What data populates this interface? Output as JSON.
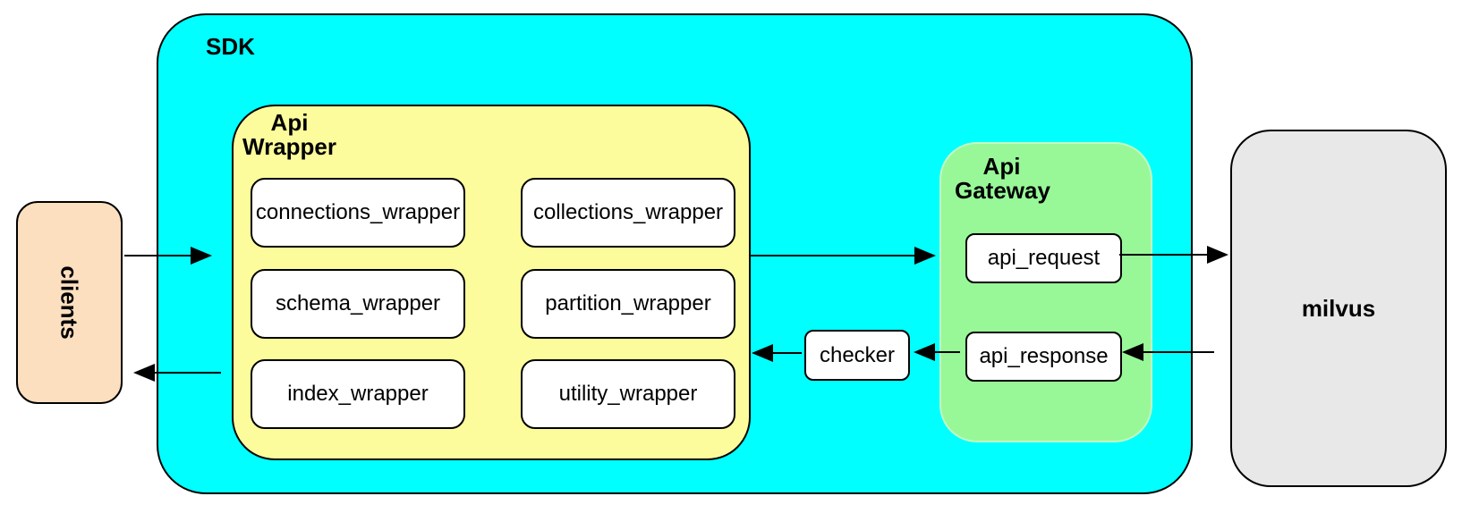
{
  "diagram": {
    "clients": {
      "label": "clients",
      "fill": "#FBDFBE"
    },
    "sdk": {
      "label": "SDK",
      "fill": "#00FFFF"
    },
    "api_wrapper": {
      "title": "Api\nWrapper",
      "fill": "#FCFC9C",
      "boxes": [
        "connections_wrapper",
        "collections_wrapper",
        "schema_wrapper",
        "partition_wrapper",
        "index_wrapper",
        "utility_wrapper"
      ]
    },
    "checker": {
      "label": "checker",
      "fill": "#FFFFFF"
    },
    "api_gateway": {
      "title": "Api\nGateway",
      "fill": "#98F898",
      "request": {
        "label": "api_request"
      },
      "response": {
        "label": "api_response"
      }
    },
    "milvus": {
      "label": "milvus",
      "fill": "#E8E8E8"
    },
    "border_color": "#000000",
    "connections": [
      {
        "from": "clients",
        "to": "sdk"
      },
      {
        "from": "sdk",
        "to": "clients"
      },
      {
        "from": "api_wrapper",
        "to": "api_gateway"
      },
      {
        "from": "api_request",
        "to": "milvus"
      },
      {
        "from": "milvus",
        "to": "api_response"
      },
      {
        "from": "api_response",
        "to": "checker"
      },
      {
        "from": "checker",
        "to": "api_wrapper"
      }
    ]
  }
}
